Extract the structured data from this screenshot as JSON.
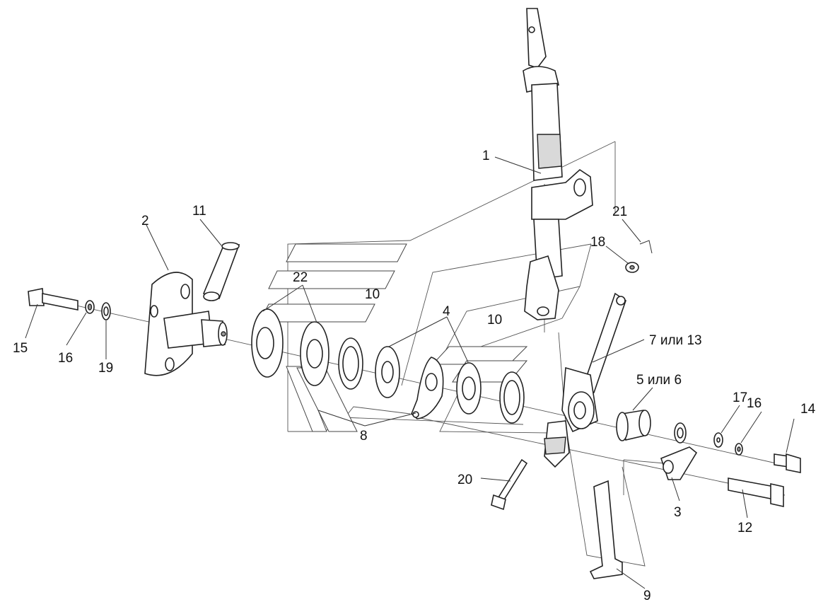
{
  "labels": {
    "l1": "1",
    "l2": "2",
    "l3": "3",
    "l4": "4",
    "l5": "5 или 6",
    "l7": "7 или 13",
    "l8": "8",
    "l9": "9",
    "l10a": "10",
    "l10b": "10",
    "l11": "11",
    "l12": "12",
    "l14": "14",
    "l15": "15",
    "l16a": "16",
    "l16b": "16",
    "l17": "17",
    "l18": "18",
    "l19": "19",
    "l20": "20",
    "l21": "21",
    "l22": "22"
  }
}
